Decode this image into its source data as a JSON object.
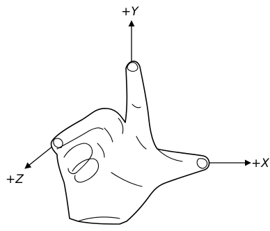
{
  "axes": {
    "y_label": "+Y",
    "x_label": "+X",
    "z_label": "+Z"
  },
  "colors": {
    "line": "#000000",
    "background": "#ffffff"
  }
}
